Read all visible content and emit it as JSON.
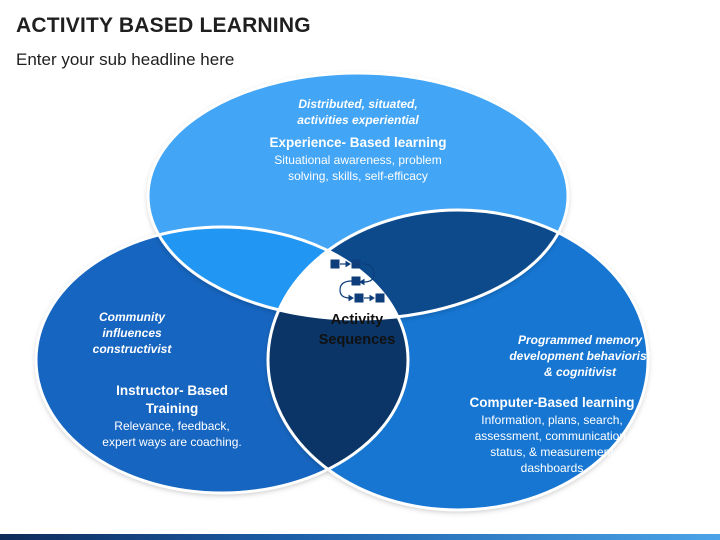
{
  "header": {
    "title": "ACTIVITY BASED LEARNING",
    "subtitle": "Enter your sub headline here"
  },
  "top_circle": {
    "tagline_1": "Distributed, situated,",
    "tagline_2": "activities experiential",
    "heading": "Experience- Based learning",
    "desc_1": "Situational awareness, problem",
    "desc_2": "solving, skills, self-efficacy"
  },
  "left_circle": {
    "tagline_1": "Community",
    "tagline_2": "influences",
    "tagline_3": "constructivist",
    "heading_1": "Instructor- Based",
    "heading_2": "Training",
    "desc_1": "Relevance, feedback,",
    "desc_2": "expert ways are coaching."
  },
  "right_circle": {
    "tagline_1": "Programmed memory",
    "tagline_2": "development behaviorist",
    "tagline_3": "& cognitivist",
    "heading": "Computer-Based learning",
    "desc_1": "Information, plans, search,",
    "desc_2": "assessment, communication,",
    "desc_3": "status, & measurement",
    "desc_4": "dashboards"
  },
  "center": {
    "label_1": "Activity",
    "label_2": "Sequences",
    "icon": "workflow-sequence-icon"
  },
  "colors": {
    "top": "#42a5f5",
    "left": "#1565c0",
    "right": "#1976d2",
    "overlap_top_left": "#2196f3",
    "overlap_top_right": "#0d4a8c",
    "overlap_left_right": "#0a3566",
    "center": "#ffffff",
    "icon": "#0d3d7a"
  }
}
